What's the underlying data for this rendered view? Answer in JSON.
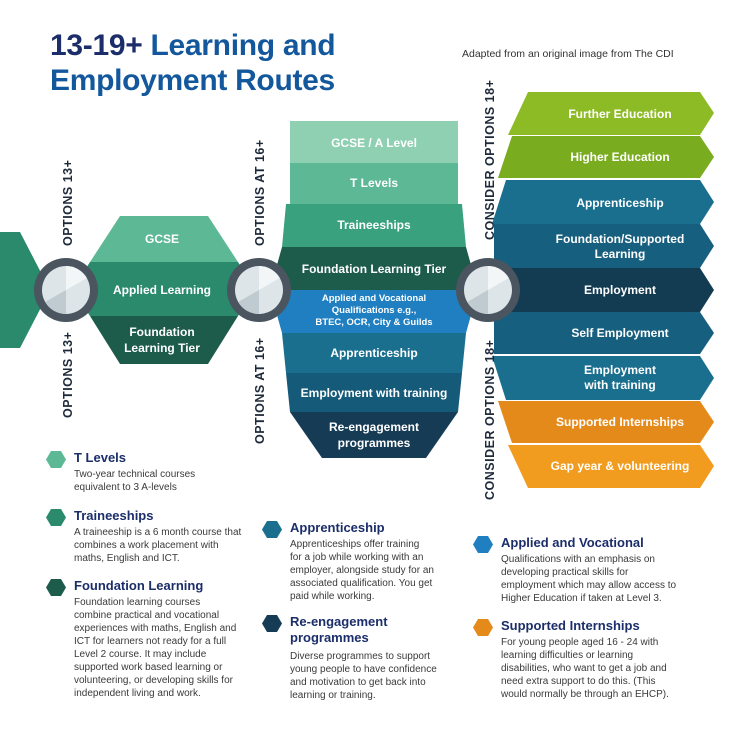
{
  "header": {
    "title_part1": "13-19+",
    "title_part2": "Learning and",
    "title_line2": "Employment Routes",
    "credit": "Adapted from an original image from The CDI"
  },
  "columns": {
    "options13_top": "OPTIONS 13+",
    "options13_bottom": "OPTIONS 13+",
    "options16_top": "OPTIONS AT 16+",
    "options16_bottom": "OPTIONS AT 16+",
    "consider18_top": "CONSIDER OPTIONS 18+",
    "consider18_bottom": "CONSIDER OPTIONS 18+"
  },
  "group13": {
    "gcse": "GCSE",
    "applied": "Applied Learning",
    "foundation_1": "Foundation",
    "foundation_2": "Learning Tier"
  },
  "group16": {
    "gcse_alevel": "GCSE / A Level",
    "tlevels": "T Levels",
    "traineeships": "Traineeships",
    "foundation_tier": "Foundation Learning Tier",
    "applied_voc_1": "Applied and Vocational",
    "applied_voc_2": "Qualifications e.g.,",
    "applied_voc_3": "BTEC, OCR, City & Guilds",
    "apprenticeship": "Apprenticeship",
    "employment_training": "Employment with training",
    "reengagement_1": "Re-engagement",
    "reengagement_2": "programmes"
  },
  "group18": {
    "further_ed": "Further Education",
    "higher_ed": "Higher Education",
    "apprenticeship": "Apprenticeship",
    "foundation_1": "Foundation/Supported",
    "foundation_2": "Learning",
    "employment": "Employment",
    "self_employment": "Self Employment",
    "employment_training_1": "Employment",
    "employment_training_2": "with training",
    "supported_internships": "Supported Internships",
    "gap_year": "Gap year & volunteering"
  },
  "legend": {
    "tlevels": {
      "title": "T Levels",
      "d1": "Two-year technical courses",
      "d2": "equivalent to 3 A-levels"
    },
    "traineeships": {
      "title": "Traineeships",
      "d1": "A traineeship is a 6 month course that",
      "d2": "combines a work placement with",
      "d3": "maths, English and ICT."
    },
    "foundation": {
      "title": "Foundation Learning",
      "d1": "Foundation learning courses",
      "d2": "combine practical and vocational",
      "d3": "experiences with maths, English and",
      "d4": "ICT for learners not ready for a full",
      "d5": "Level 2 course. It may include",
      "d6": "supported work based learning or",
      "d7": "volunteering, or developing skills for",
      "d8": "independent living and work."
    },
    "apprenticeship": {
      "title": "Apprenticeship",
      "d1": "Apprenticeships offer training",
      "d2": "for a job while working with an",
      "d3": "employer, alongside study for an",
      "d4": "associated qualification. You get",
      "d5": "paid while working."
    },
    "reengagement": {
      "title_1": "Re-engagement",
      "title_2": "programmes",
      "d1": "Diverse programmes to support",
      "d2": "young people to have confidence",
      "d3": "and motivation to get back into",
      "d4": "learning or training."
    },
    "applied": {
      "title": "Applied and Vocational",
      "d1": "Qualifications with an emphasis on",
      "d2": "developing practical skills for",
      "d3": "employment which may allow access to",
      "d4": "Higher Education if taken at Level 3."
    },
    "internships": {
      "title": "Supported Internships",
      "d1": "For young people aged 16 - 24 with",
      "d2": "learning difficulties or learning",
      "d3": "disabilities, who want to get a job and",
      "d4": "need extra support to do this. (This",
      "d5": "would normally be through an EHCP)."
    }
  },
  "colors": {
    "title_dark": "#1b2e6a",
    "title_blue": "#13579c",
    "green_light": "#5db895",
    "green_mid": "#2a8a6b",
    "green_dark": "#1d5b4a",
    "blue_bright": "#1f7fc0",
    "teal_blue": "#1a6e8e",
    "navy": "#163b55",
    "lime": "#8dbb25",
    "orange": "#e48a1b"
  }
}
